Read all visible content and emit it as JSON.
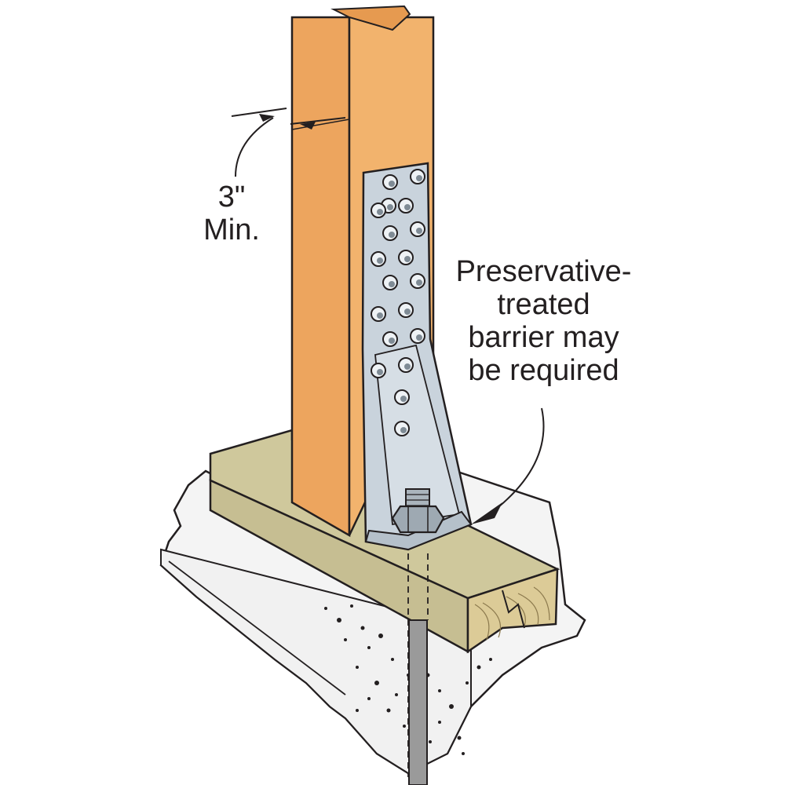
{
  "callouts": {
    "min_spacing": [
      "3\"",
      "Min."
    ],
    "barrier": [
      "Preservative-",
      "treated",
      "barrier may",
      "be required"
    ]
  },
  "colors": {
    "post_front": "#eda55e",
    "post_side": "#f2b36d",
    "sill_top": "#cfc89c",
    "sill_side": "#bdb48a",
    "end_grain": "#dccb97",
    "concrete": "#f4f4f4",
    "connector": "#c9d3dc",
    "anchor_rod": "#9a9a9a",
    "line": "#231f20"
  },
  "icons": {
    "arrow": "arrowhead-icon",
    "fastener": "nail-hole-icon",
    "nut": "hex-nut-icon"
  }
}
